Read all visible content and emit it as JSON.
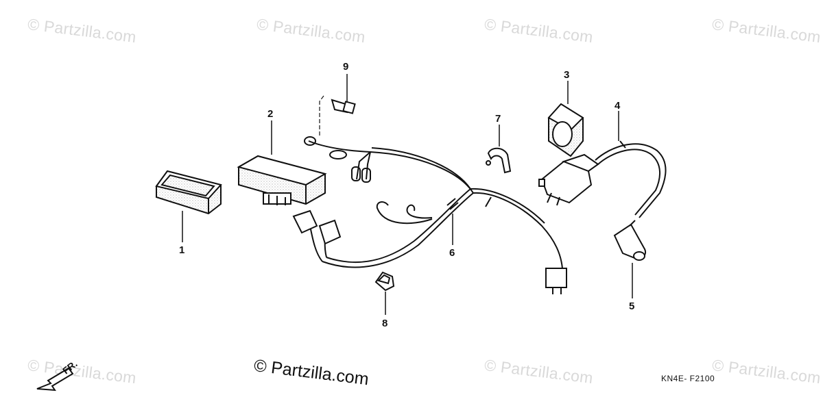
{
  "watermarks": {
    "faded": "© Partzilla.com",
    "main": "© Partzilla.com"
  },
  "callouts": [
    "1",
    "2",
    "3",
    "4",
    "5",
    "6",
    "7",
    "8",
    "9"
  ],
  "diagram_code": "KN4E- F2100",
  "direction_label": "FR.",
  "parts": [
    {
      "callout": "1",
      "icon": "case-icon"
    },
    {
      "callout": "2",
      "icon": "cdi-unit-icon"
    },
    {
      "callout": "3",
      "icon": "ignition-coil-holder-icon"
    },
    {
      "callout": "4",
      "icon": "ignition-coil-icon"
    },
    {
      "callout": "5",
      "icon": "spark-plug-cap-icon"
    },
    {
      "callout": "6",
      "icon": "wire-harness-icon"
    },
    {
      "callout": "7",
      "icon": "harness-clamp-icon"
    },
    {
      "callout": "8",
      "icon": "harness-band-icon"
    },
    {
      "callout": "9",
      "icon": "bolt-icon"
    }
  ],
  "colors": {
    "line": "#111111",
    "watermark": "#d9d9d9",
    "background": "#ffffff"
  }
}
